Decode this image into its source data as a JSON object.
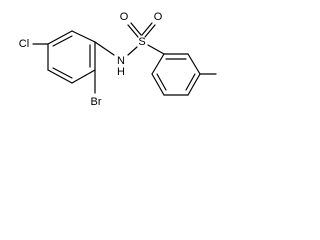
{
  "molecule": {
    "atoms": {
      "cl": "Cl",
      "br": "Br",
      "n": "N",
      "h": "H",
      "s": "S",
      "o_top_left": "O",
      "o_top_right": "O"
    }
  }
}
